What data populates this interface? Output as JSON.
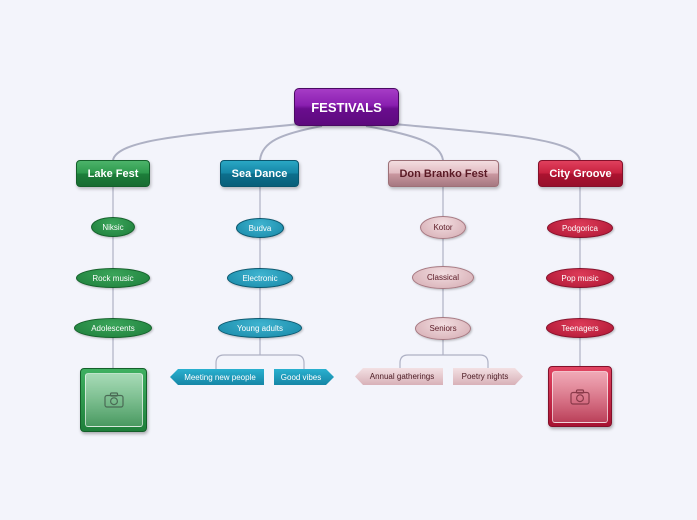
{
  "root": {
    "label": "FESTIVALS",
    "color": "#7a149f"
  },
  "branches": [
    {
      "label": "Lake Fest",
      "color": "#2e9a4d",
      "city": "Niksic",
      "genre": "Rock music",
      "audience": "Adolescents",
      "has_image": true
    },
    {
      "label": "Sea Dance",
      "color": "#1586a6",
      "city": "Budva",
      "genre": "Electronic",
      "audience": "Young adults",
      "tags": [
        "Meeting new people",
        "Good vibes"
      ]
    },
    {
      "label": "Don Branko Fest",
      "color": "#c9979f",
      "city": "Kotor",
      "genre": "Classical",
      "audience": "Seniors",
      "tags": [
        "Annual gatherings",
        "Poetry nights"
      ]
    },
    {
      "label": "City Groove",
      "color": "#c8213f",
      "city": "Podgorica",
      "genre": "Pop music",
      "audience": "Teenagers",
      "has_image": true
    }
  ],
  "icons": {
    "image_placeholder": "camera-icon"
  },
  "connector_color": "#a9acc0"
}
